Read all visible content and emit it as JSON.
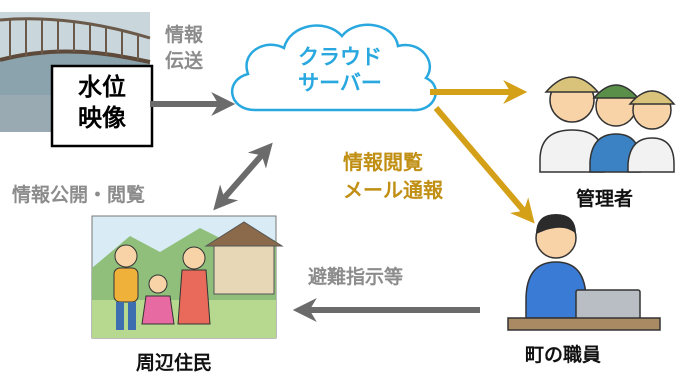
{
  "water_box": {
    "line1": "水位",
    "line2": "映像"
  },
  "cloud": {
    "line1": "クラウド",
    "line2": "サーバー"
  },
  "labels": {
    "send_line1": "情報",
    "send_line2": "伝送",
    "public": "情報公開・閲覧",
    "view_line1": "情報閲覧",
    "view_line2": "メール通報",
    "evac": "避難指示等"
  },
  "nodes": {
    "managers": "管理者",
    "staff": "町の職員",
    "residents": "周辺住民"
  },
  "colors": {
    "gray_arrow": "#6b6b6b",
    "gold_arrow": "#d4a017",
    "cloud_outline": "#29a8e0",
    "gold_text": "#c08f14",
    "gray_text": "#8c8c8c"
  },
  "icons": [
    "water-gauge-photo",
    "cloud-icon",
    "managers-illustration",
    "staff-illustration",
    "residents-illustration"
  ]
}
